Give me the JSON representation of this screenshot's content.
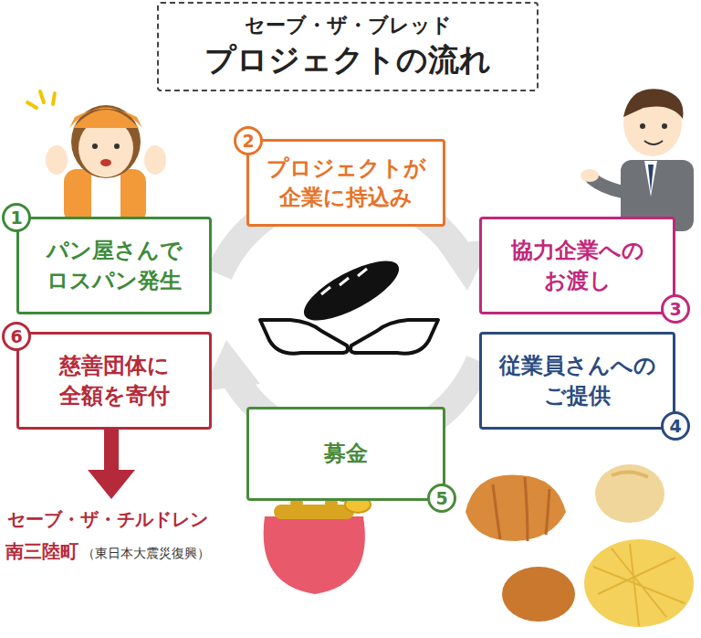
{
  "diagram": {
    "nodes": [
      {
        "text": [
          "セーブ・ザ・ブレッド",
          "プロジェクトの流れ"
        ]
      },
      {
        "text": [
          "パン屋さんで ロスパン発生"
        ]
      },
      {
        "text": [
          "プロジェクトが 企業に持込み"
        ]
      },
      {
        "text": [
          "協力企業への お渡し"
        ]
      },
      {
        "text": [
          "従業員さんへの ご提供"
        ]
      },
      {
        "text": [
          "募金"
        ]
      },
      {
        "text": [
          "慈善団体に 全額を寄付"
        ]
      }
    ],
    "labels": [
      "1",
      "2",
      "3",
      "4",
      "5",
      "6",
      "セーブ・ザ・チルドレン",
      "南三陸町",
      "（東日本大震災復興）"
    ]
  }
}
